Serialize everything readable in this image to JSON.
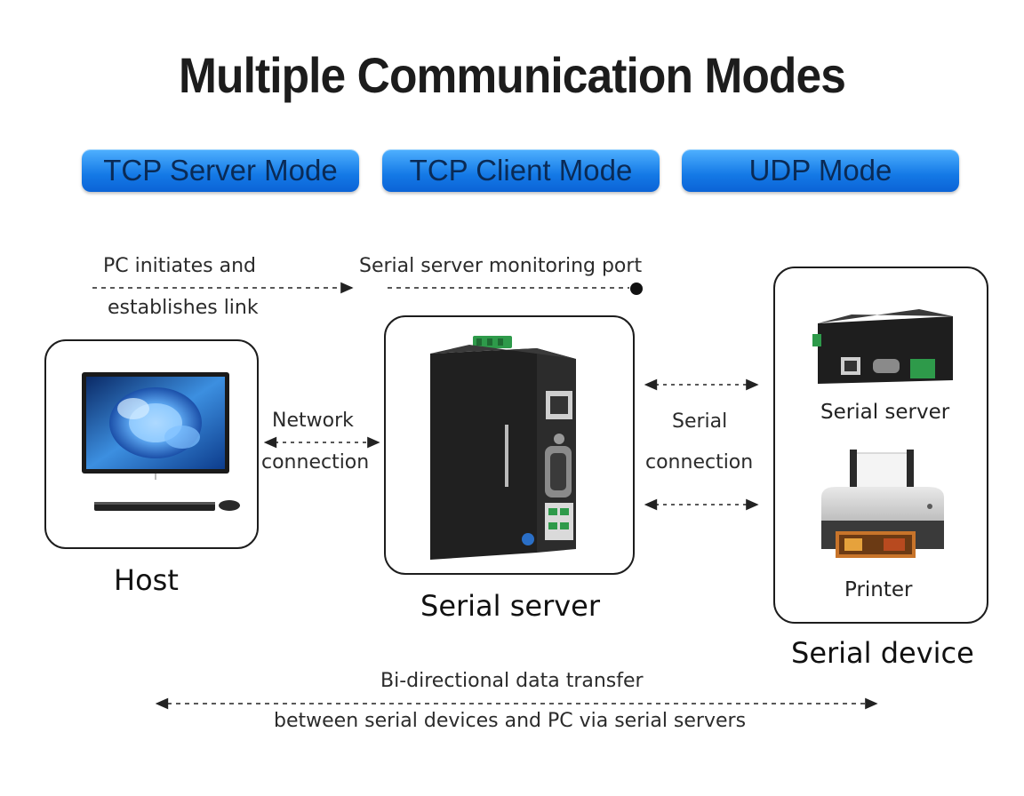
{
  "title": "Multiple Communication Modes",
  "modes": [
    "TCP Server Mode",
    "TCP Client Mode",
    "UDP Mode"
  ],
  "annotations": {
    "pc_initiates_line1": "PC initiates and",
    "pc_initiates_line2": "establishes link",
    "monitoring_port": "Serial server monitoring port",
    "network_line1": "Network",
    "network_line2": "connection",
    "serial_line1": "Serial",
    "serial_line2": "connection",
    "bidir_line1": "Bi-directional data transfer",
    "bidir_line2": "between serial devices and PC via serial servers"
  },
  "nodes": {
    "host": "Host",
    "serial_server": "Serial server",
    "serial_device": "Serial device",
    "device_serial_server": "Serial server",
    "printer": "Printer"
  },
  "colors": {
    "pill_top": "#4fb1ff",
    "pill_bottom": "#0b63d6",
    "device_body": "#1e1e1e",
    "terminal_green": "#2e9a4a"
  }
}
